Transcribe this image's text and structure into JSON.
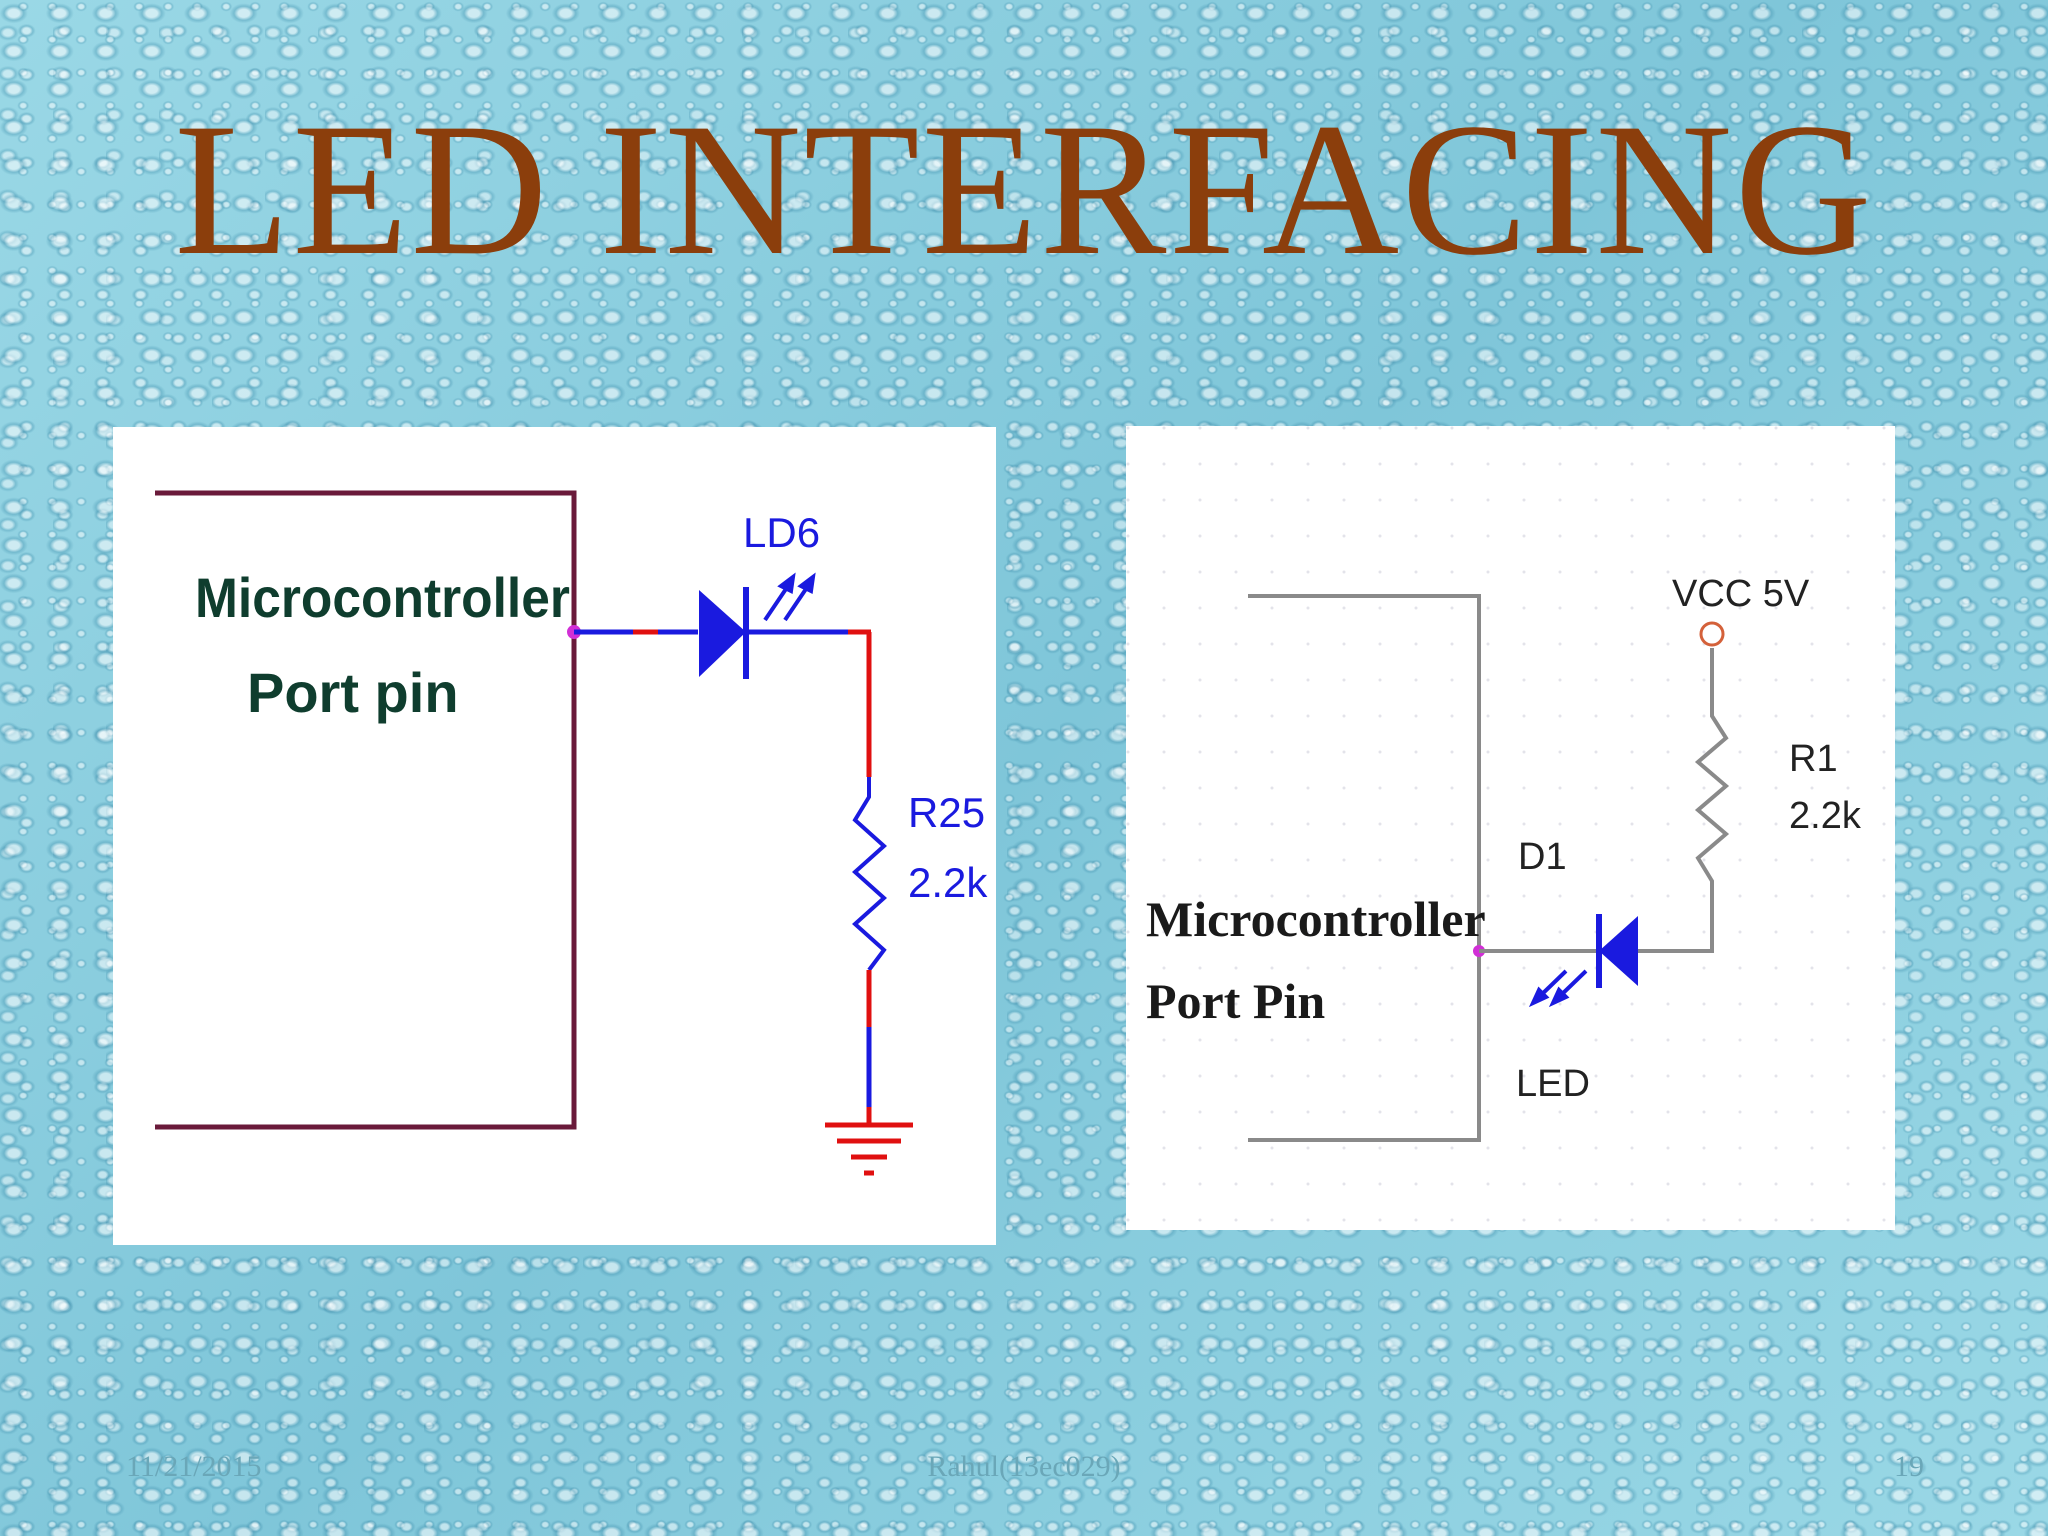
{
  "slide": {
    "title": "LED INTERFACING"
  },
  "diagram_left": {
    "block_label_line1": "Microcontroller",
    "block_label_line2": "Port pin",
    "led_label": "LD6",
    "resistor_name": "R25",
    "resistor_value": "2.2k"
  },
  "diagram_right": {
    "block_label_line1": "Microcontroller",
    "block_label_line2": "Port Pin",
    "supply_label": "VCC 5V",
    "resistor_name": "R1",
    "resistor_value": "2.2k",
    "diode_name": "D1",
    "diode_label": "LED"
  },
  "footer": {
    "date": "11/21/2015",
    "author": "Rahul(13ec029)",
    "page": "19"
  },
  "colors": {
    "title": "#8b3e0c",
    "wire_blue": "#1a1adf",
    "wire_red": "#e01010",
    "block_outline": "#6a1a3a",
    "label_green": "#0f3d2e"
  }
}
